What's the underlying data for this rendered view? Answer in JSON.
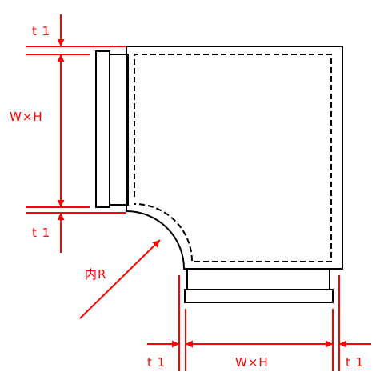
{
  "labels": {
    "top_thickness": "t 1",
    "left_size": "W×H",
    "mid_thickness": "t 1",
    "inner_radius": "内R",
    "bottom_left_thickness": "t 1",
    "bottom_size": "W×H",
    "bottom_right_thickness": "t 1"
  },
  "colors": {
    "dimension": "#ff0000",
    "outline": "#000000",
    "background": "#ffffff"
  }
}
